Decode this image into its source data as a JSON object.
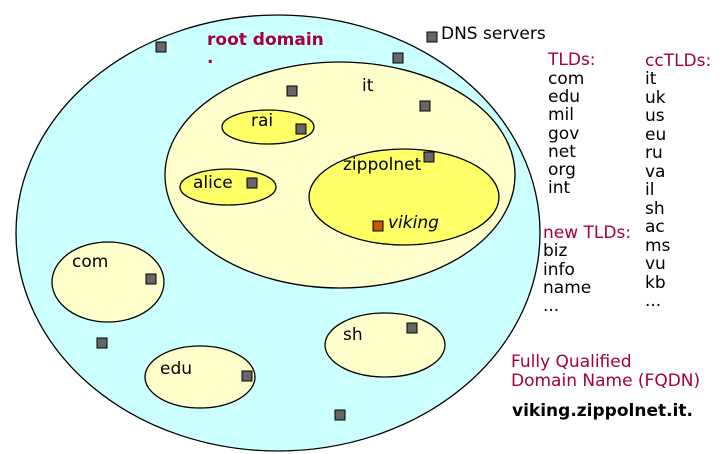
{
  "root": {
    "title": "root domain",
    "dot": "."
  },
  "legend": {
    "dns_servers": "DNS servers"
  },
  "domains": {
    "it": "it",
    "rai": "rai",
    "alice": "alice",
    "zippolnet": "zippolnet",
    "viking": "viking",
    "com": "com",
    "edu": "edu",
    "sh": "sh"
  },
  "tlds": {
    "title": "TLDs:",
    "items": [
      "com",
      "edu",
      "mil",
      "gov",
      "net",
      "org",
      "int"
    ]
  },
  "new_tlds": {
    "title": "new TLDs:",
    "items": [
      "biz",
      "info",
      "name",
      "..."
    ]
  },
  "cctlds": {
    "title": "ccTLDs:",
    "items": [
      "it",
      "uk",
      "us",
      "eu",
      "ru",
      "va",
      "il",
      "sh",
      "ac",
      "ms",
      "vu",
      "kb",
      "..."
    ]
  },
  "fqdn": {
    "line1": "Fully Qualified",
    "line2": "Domain Name (FQDN)",
    "example": "viking.zippolnet.it."
  },
  "colors": {
    "root_fill": "#ccffff",
    "zone_fill": "#ffffcc",
    "highlight_fill": "#ffff66",
    "server_fill": "#666666",
    "viking_server_fill": "#cc5500",
    "accent_red": "#a3003f"
  }
}
